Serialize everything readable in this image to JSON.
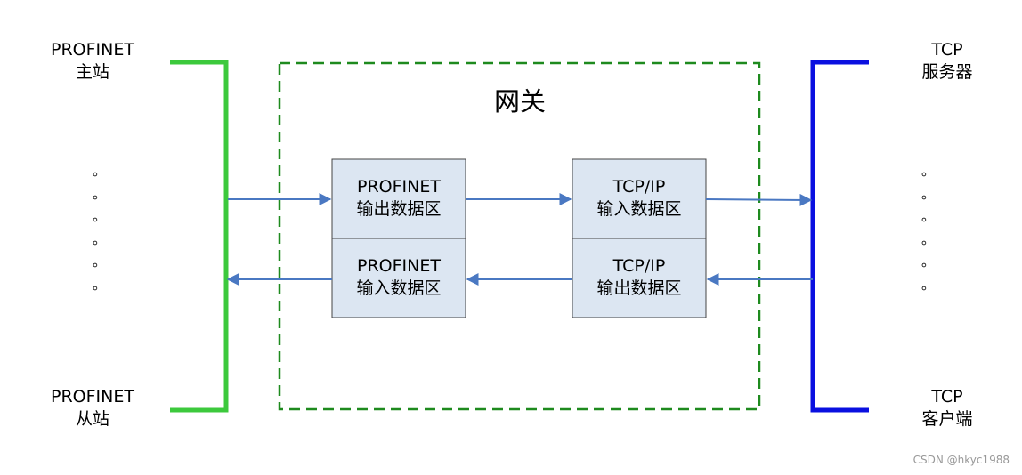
{
  "left": {
    "master_line1": "PROFINET",
    "master_line2": "主站",
    "slave_line1": "PROFINET",
    "slave_line2": "从站",
    "bracket_color": "#3cc93c"
  },
  "right": {
    "server_line1": "TCP",
    "server_line2": "服务器",
    "client_line1": "TCP",
    "client_line2": "客户端",
    "bracket_color": "#0a10e0"
  },
  "gateway": {
    "title": "网关",
    "border_color": "#1e8a1e"
  },
  "boxes": {
    "profinet_output": {
      "line1": "PROFINET",
      "line2": "输出数据区"
    },
    "profinet_input": {
      "line1": "PROFINET",
      "line2": "输入数据区"
    },
    "tcp_input": {
      "line1": "TCP/IP",
      "line2": "输入数据区"
    },
    "tcp_output": {
      "line1": "TCP/IP",
      "line2": "输出数据区"
    },
    "fill_color": "#dce6f2",
    "border_color": "#444444"
  },
  "arrow_color": "#4a78c2",
  "ellipsis": {
    "dot": "。"
  },
  "watermark": "CSDN @hkyc1988"
}
